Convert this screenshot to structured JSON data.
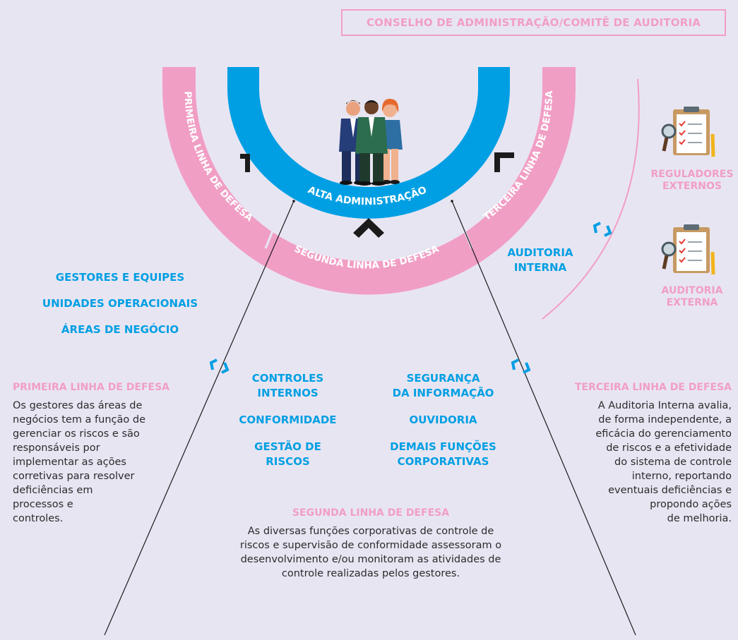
{
  "header": {
    "board_label": "CONSELHO DE ADMINISTRAÇÃO/COMITÊ DE AUDITORIA"
  },
  "arcs": {
    "senior_management": "ALTA ADMINISTRAÇÃO",
    "first_line": "PRIMEIRA LINHA DE DEFESA",
    "second_line": "SEGUNDA LINHA DE DEFESA",
    "third_line": "TERCEIRA LINHA DE DEFESA"
  },
  "internal_audit_label": [
    "AUDITORIA",
    "INTERNA"
  ],
  "external": {
    "regulators": [
      "REGULADORES",
      "EXTERNOS"
    ],
    "external_audit": [
      "AUDITORIA",
      "EXTERNA"
    ]
  },
  "first_line_units": [
    "GESTORES E EQUIPES",
    "UNIDADES OPERACIONAIS",
    "ÁREAS DE NEGÓCIO"
  ],
  "second_line_functions": {
    "left": [
      [
        "CONTROLES",
        "INTERNOS"
      ],
      [
        "CONFORMIDADE"
      ],
      [
        "GESTÃO DE RISCOS"
      ]
    ],
    "right": [
      [
        "SEGURANÇA",
        "DA INFORMAÇÃO"
      ],
      [
        "OUVIDORIA"
      ],
      [
        "DEMAIS FUNÇÕES",
        "CORPORATIVAS"
      ]
    ]
  },
  "sections": {
    "first": {
      "title": "PRIMEIRA LINHA DE DEFESA",
      "lines": [
        "Os gestores das áreas de",
        "negócios tem a função de",
        "gerenciar os riscos e são",
        "responsáveis por",
        "implementar as ações",
        "corretivas para resolver",
        "deficiências em",
        "processos e",
        "controles."
      ]
    },
    "second": {
      "title": "SEGUNDA LINHA DE DEFESA",
      "lines": [
        "As diversas funções corporativas de controle de",
        "riscos e supervisão de conformidade assessoram o",
        "desenvolvimento e/ou monitoram as atividades de",
        "controle realizadas pelos gestores."
      ]
    },
    "third": {
      "title": "TERCEIRA LINHA DE DEFESA",
      "lines": [
        "A Auditoria Interna avalia,",
        "de forma independente, a",
        "eficácia do gerenciamento",
        "de riscos e a efetividade",
        "do sistema de controle",
        "interno, reportando",
        "eventuais deficiências e",
        "propondo ações",
        "de melhoria."
      ]
    }
  },
  "colors": {
    "pink": "#f19ec4",
    "blue": "#009fe3",
    "background": "#e8e5f2",
    "text": "#2b2b2b"
  },
  "icons": [
    "executives-icon",
    "clipboard-magnifier-icon",
    "chevron-icon"
  ]
}
